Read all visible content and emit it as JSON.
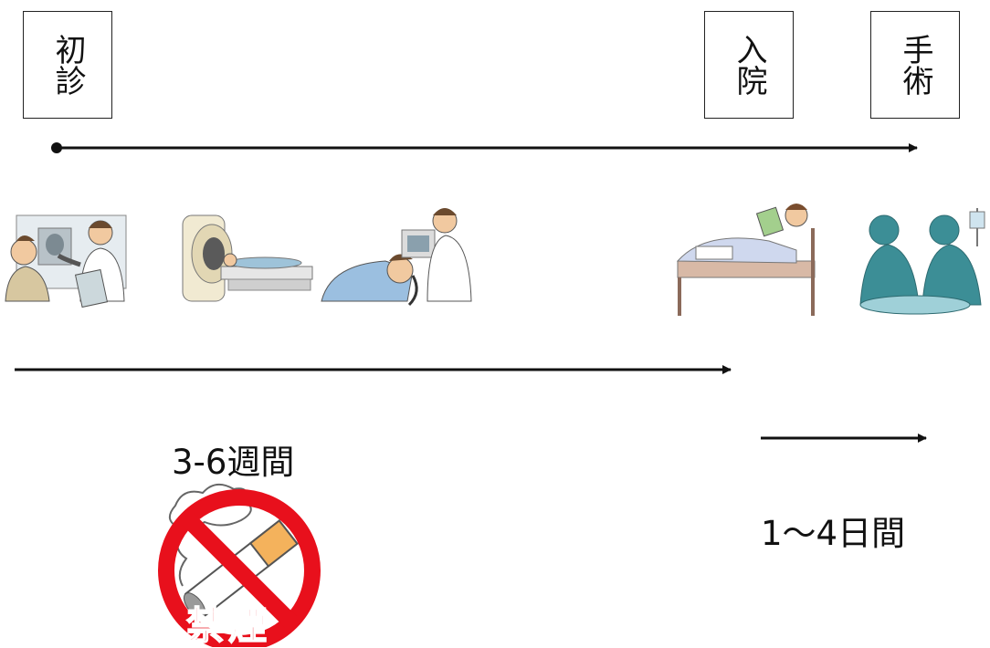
{
  "milestones": {
    "first_visit": "初診",
    "admission": "入院",
    "surgery": "手術"
  },
  "durations": {
    "pre_admission": "3-6週間",
    "admission_to_surgery": "1〜4日間"
  },
  "no_smoking": {
    "label": "禁煙",
    "sign_color": "#e8101c"
  },
  "illustrations": [
    "doctor-explaining-xray-icon",
    "ct-scanner-icon",
    "endoscopy-exam-icon",
    "patient-in-bed-reading-icon",
    "surgical-team-operating-icon"
  ]
}
